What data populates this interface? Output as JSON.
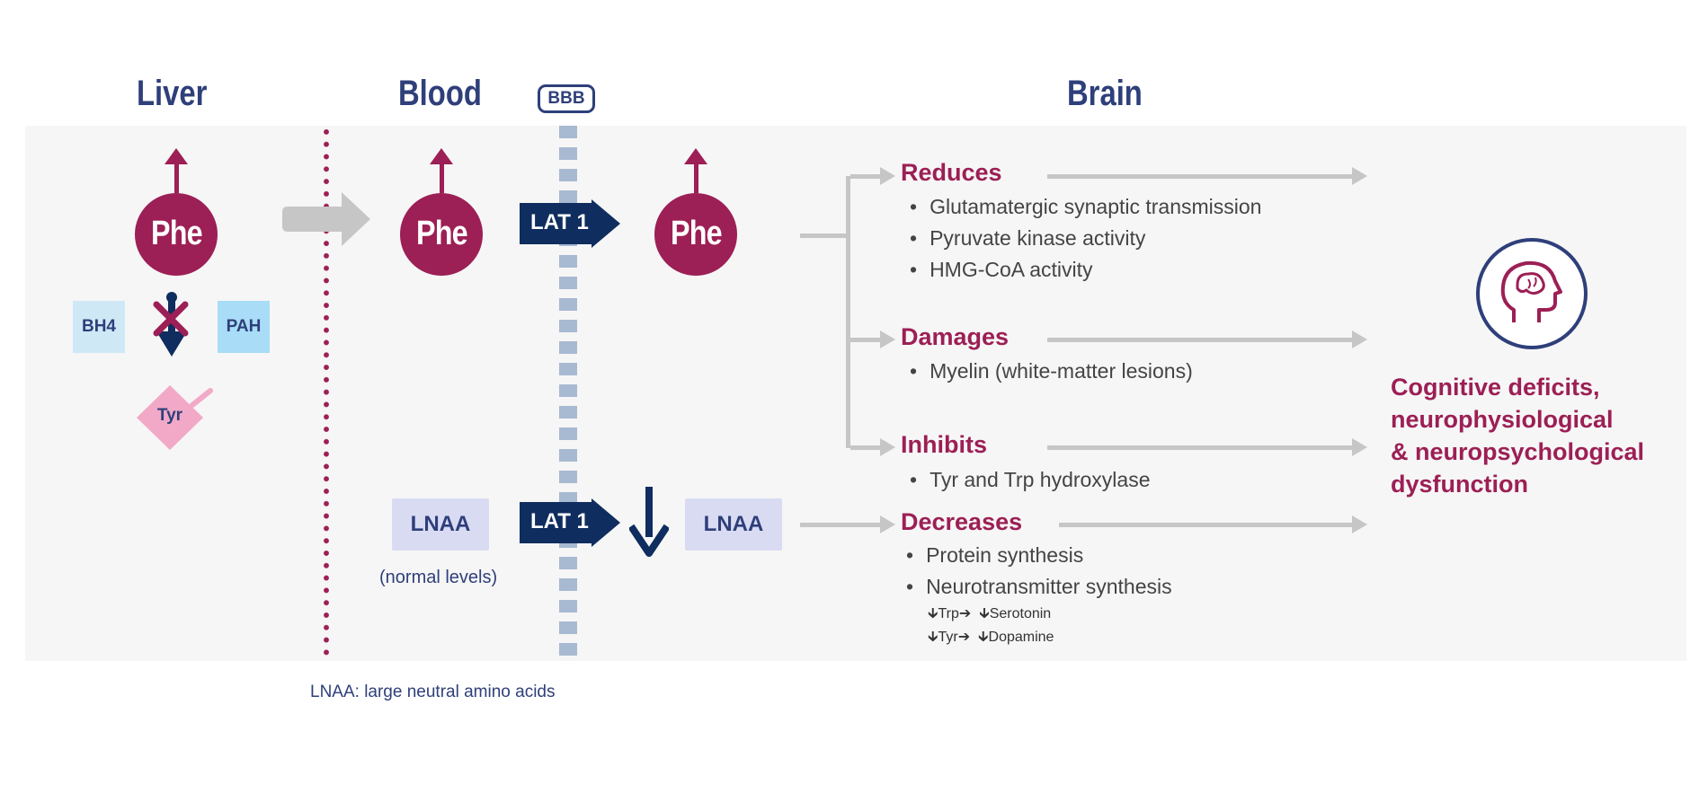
{
  "headers": {
    "liver": "Liver",
    "blood": "Blood",
    "bbb": "BBB",
    "brain": "Brain"
  },
  "molecules": {
    "phe": "Phe",
    "tyr": "Tyr",
    "bh4": "BH4",
    "pah": "PAH",
    "lnaa": "LNAA"
  },
  "transporter": "LAT 1",
  "lnaa_note": "(normal levels)",
  "footnote": "LNAA: large neutral amino acids",
  "effects": [
    {
      "title": "Reduces",
      "items": [
        "Glutamatergic synaptic transmission",
        "Pyruvate kinase activity",
        "HMG-CoA activity"
      ]
    },
    {
      "title": "Damages",
      "items": [
        "Myelin (white-matter lesions)"
      ]
    },
    {
      "title": "Inhibits",
      "items": [
        "Tyr and Trp hydroxylase"
      ]
    },
    {
      "title": "Decreases",
      "items": [
        "Protein synthesis",
        "Neurotransmitter synthesis"
      ],
      "subitems": [
        "Trp",
        "Serotonin",
        "Tyr",
        "Dopamine"
      ]
    }
  ],
  "outcome": "Cognitive deficits,\nneurophysiological\n& neuropsychological\ndysfunction",
  "colors": {
    "navy": "#2e3f7a",
    "dark_navy": "#0f2d5e",
    "magenta": "#9c1f55",
    "pink": "#f2a9c7",
    "light_blue": "#a9dcf7",
    "lavender": "#d9dbf3",
    "gray": "#c6c6c6"
  },
  "icons": [
    "up-arrow-icon",
    "cross-icon",
    "down-arrow-icon",
    "brain-head-icon",
    "right-arrow-icon"
  ]
}
